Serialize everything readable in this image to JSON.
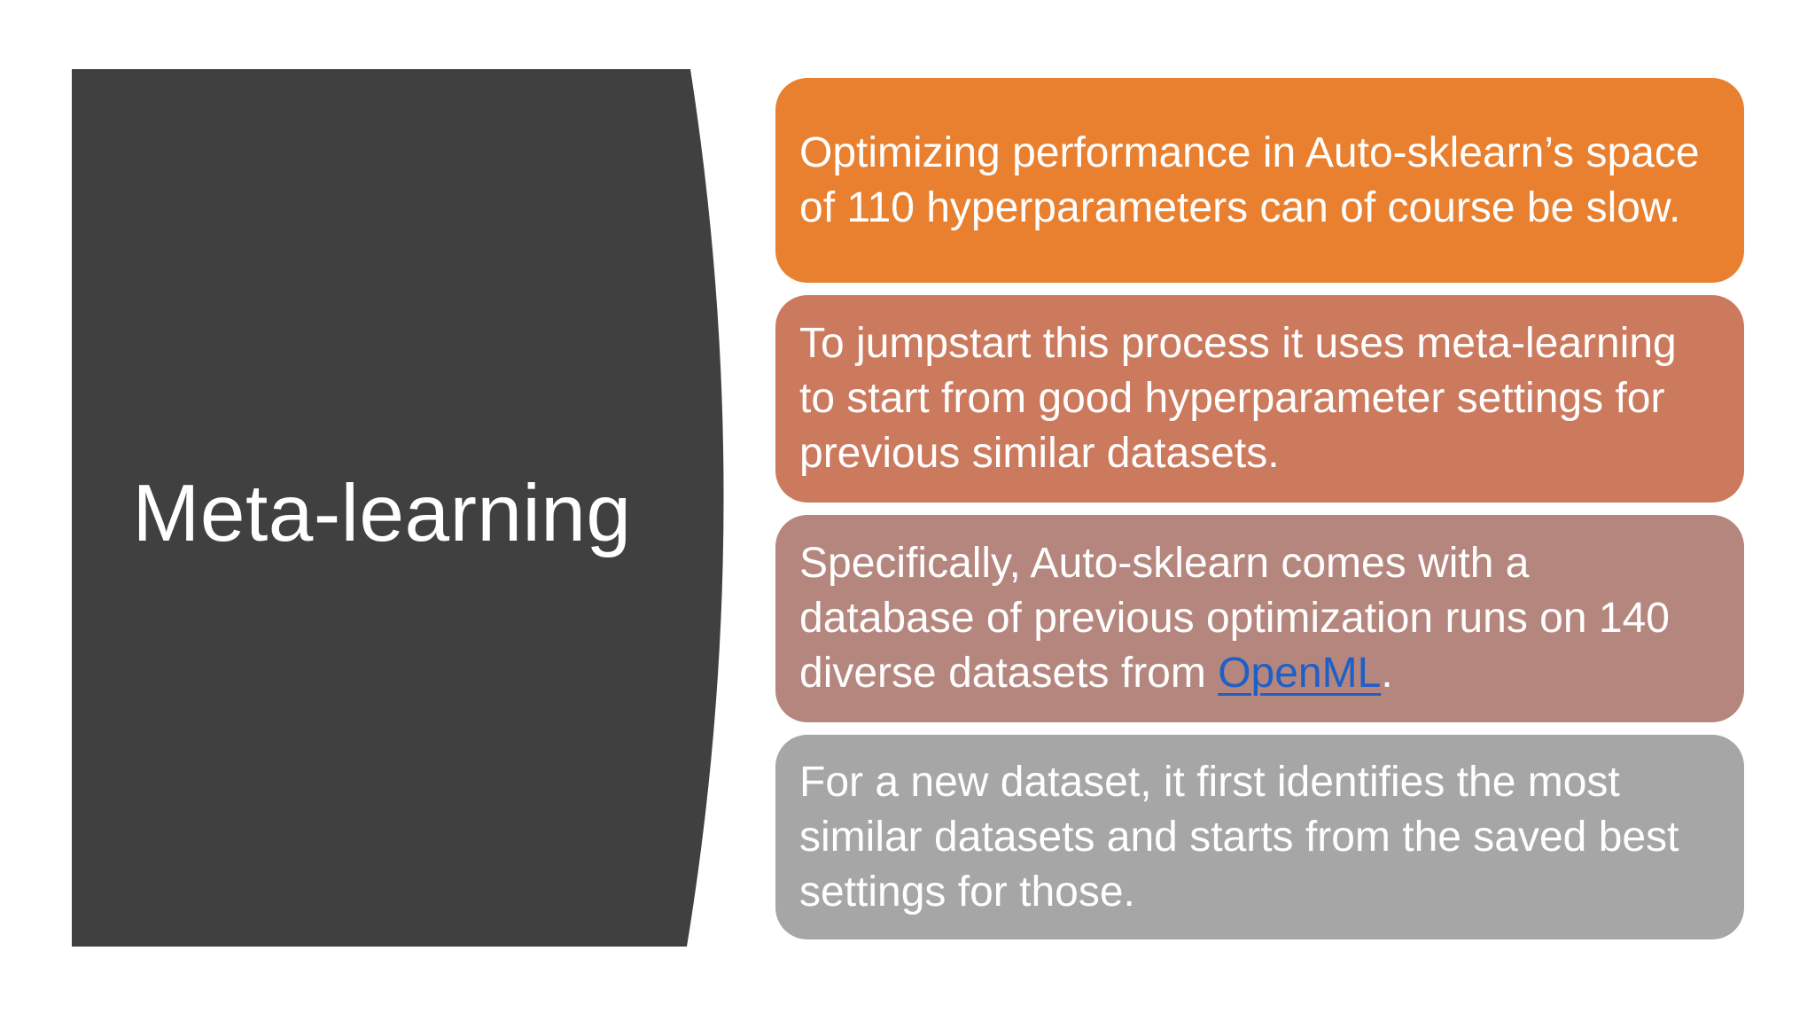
{
  "slide": {
    "background_color": "#FFFFFF",
    "title_panel": {
      "title": "Meta-learning",
      "bg_color": "#404040",
      "text_color": "#FFFFFF"
    },
    "content_boxes": [
      {
        "text": "Optimizing performance in Auto-sklearn’s space\nof 110 hyperparameters can of course be slow.",
        "bg_color": "#E8802F",
        "text_color": "#FFFFFF"
      },
      {
        "text": "To jumpstart this process it uses meta-learning\nto start from good hyperparameter settings for\nprevious similar datasets.",
        "bg_color": "#CC7A5E",
        "text_color": "#FFFFFF"
      },
      {
        "text_before_link": "Specifically, Auto-sklearn comes with a\ndatabase of previous optimization runs on 140\ndiverse datasets from ",
        "link_text": "OpenML",
        "text_after_link": ".",
        "bg_color": "#B5867D",
        "text_color": "#FFFFFF",
        "link_color": "#1E5FC8"
      },
      {
        "text": "For a new dataset, it first identifies the most\nsimilar datasets and starts from the saved best\nsettings for those.",
        "bg_color": "#A6A6A6",
        "text_color": "#FFFFFF"
      }
    ]
  }
}
